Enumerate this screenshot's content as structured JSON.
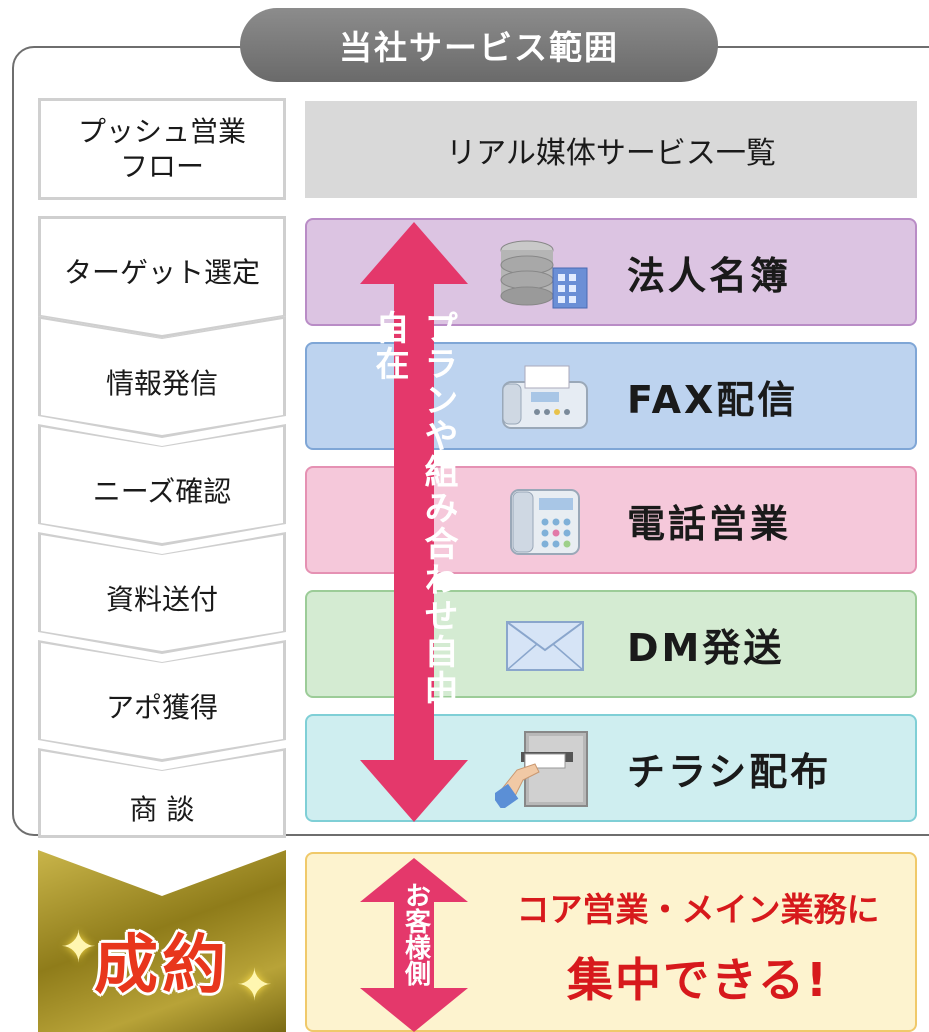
{
  "scope": {
    "title": "当社サービス範囲"
  },
  "flow": {
    "header": "プッシュ営業\nフロー",
    "steps": [
      "ターゲット選定",
      "情報発信",
      "ニーズ確認",
      "資料送付",
      "アポ獲得",
      "商 談"
    ],
    "result": "成約"
  },
  "services": {
    "header": "リアル媒体サービス一覧",
    "items": [
      {
        "label": "法人名簿",
        "icon": "database-building-icon",
        "bg": "#dcc4e2",
        "border": "#b98cc6"
      },
      {
        "label": "FAX配信",
        "icon": "fax-machine-icon",
        "bg": "#bdd3ef",
        "border": "#7fa6d6"
      },
      {
        "label": "電話営業",
        "icon": "telephone-icon",
        "bg": "#f5c8da",
        "border": "#e591b3"
      },
      {
        "label": "DM発送",
        "icon": "envelope-icon",
        "bg": "#d4ebd2",
        "border": "#9ccc98"
      },
      {
        "label": "チラシ配布",
        "icon": "mailbox-hand-icon",
        "bg": "#cfeef0",
        "border": "#7fcfd6"
      }
    ]
  },
  "arrows": {
    "main_text": "プランや組み合わせ自由自在",
    "customer_text": "お客様側",
    "color": "#e4386b"
  },
  "result_panel": {
    "line1": "コア営業・メイン業務に",
    "line2": "集中できる!"
  }
}
